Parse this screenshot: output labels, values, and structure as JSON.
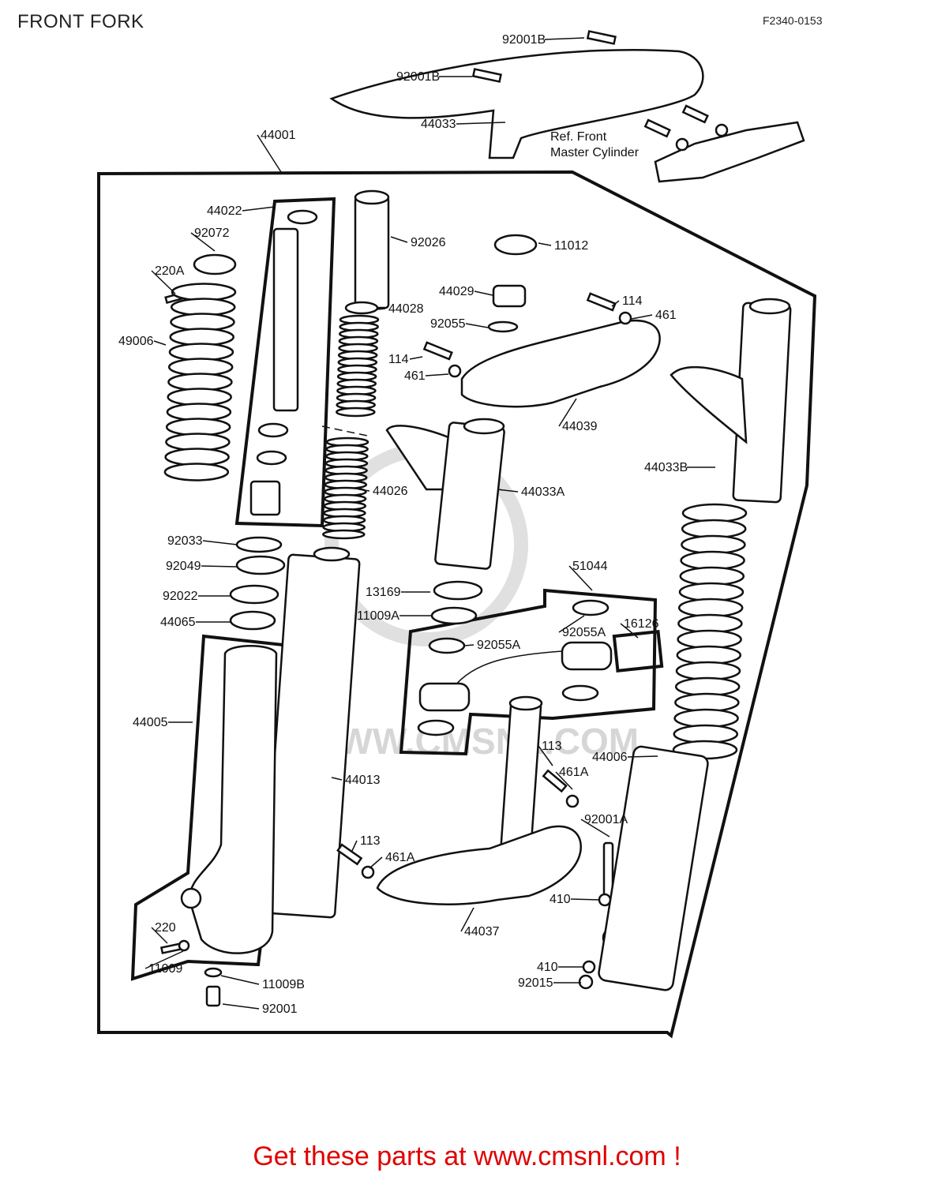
{
  "header": {
    "title": "FRONT FORK",
    "code": "F2340-0153"
  },
  "watermark": "WWW.CMSNL.COM",
  "footer": "Get these parts at www.cmsnl.com !",
  "reference_note": [
    "Ref. Front",
    "Master Cylinder"
  ],
  "callouts": [
    "92001B",
    "92001B",
    "44033",
    "44001",
    "44022",
    "92072",
    "220A",
    "49006",
    "92026",
    "11012",
    "44029",
    "114",
    "461",
    "92055",
    "114",
    "461",
    "44028",
    "44039",
    "44033B",
    "44026",
    "44033A",
    "92033",
    "92049",
    "92022",
    "44065",
    "51044",
    "13169",
    "11009A",
    "92055A",
    "16126",
    "92055A",
    "44005",
    "44013",
    "113",
    "461A",
    "44006",
    "92001A",
    "113",
    "461A",
    "410",
    "44037",
    "220",
    "11009",
    "11009B",
    "92001",
    "410",
    "92015"
  ]
}
